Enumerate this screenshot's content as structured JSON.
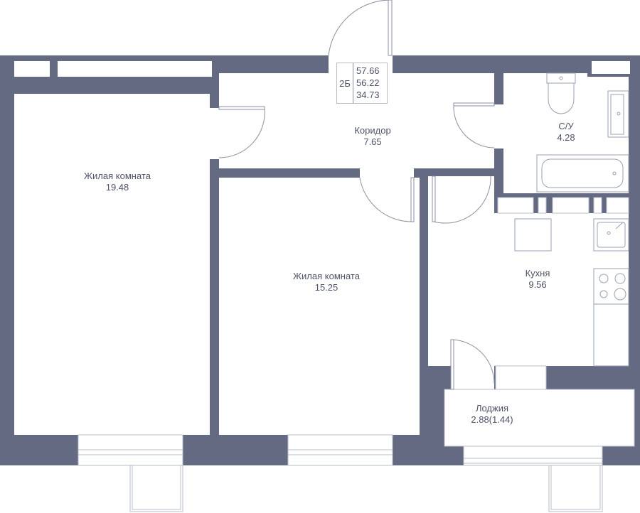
{
  "apartment": {
    "type_code": "2Б",
    "total_area": "57.66",
    "area_without_loggia": "56.22",
    "living_area": "34.73"
  },
  "rooms": [
    {
      "name": "Жилая комната",
      "area": "19.48"
    },
    {
      "name": "Коридор",
      "area": "7.65"
    },
    {
      "name": "С/У",
      "area": "4.28"
    },
    {
      "name": "Жилая комната",
      "area": "15.25"
    },
    {
      "name": "Кухня",
      "area": "9.56"
    },
    {
      "name": "Лоджия",
      "area": "2.88(1.44)"
    }
  ],
  "colors": {
    "wall": "#646a82",
    "line": "#9aa0b4",
    "text": "#4d5369"
  }
}
